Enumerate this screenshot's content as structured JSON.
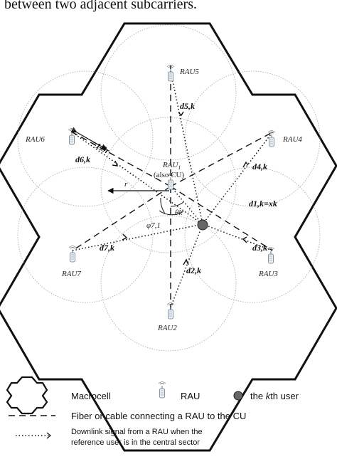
{
  "top_text": "between two adjacent subcarriers.",
  "raus": {
    "rau1": "RAU",
    "rau1_sub": "1",
    "rau1_note": "(also CU)",
    "rau2": "RAU2",
    "rau3": "RAU3",
    "rau4": "RAU4",
    "rau5": "RAU5",
    "rau6": "RAU6",
    "rau7": "RAU7"
  },
  "distances": {
    "d1": "d1,k=xk",
    "d2": "d2,k",
    "d3": "d3,k",
    "d4": "d4,k",
    "d5": "d5,k",
    "d6": "d6,k",
    "d7": "d7,k"
  },
  "annotations": {
    "radius": "r",
    "dist_6": "=1.9r",
    "theta": "θk",
    "phi": "φ7,1"
  },
  "legend": {
    "macrocell": "Macrocell",
    "rau": "RAU",
    "user": "the kth user",
    "fiber": "Fiber or cable connecting a RAU to the CU",
    "downlink_line1": "Downlink signal from a RAU when the",
    "downlink_line2": "reference user is in the central sector"
  }
}
